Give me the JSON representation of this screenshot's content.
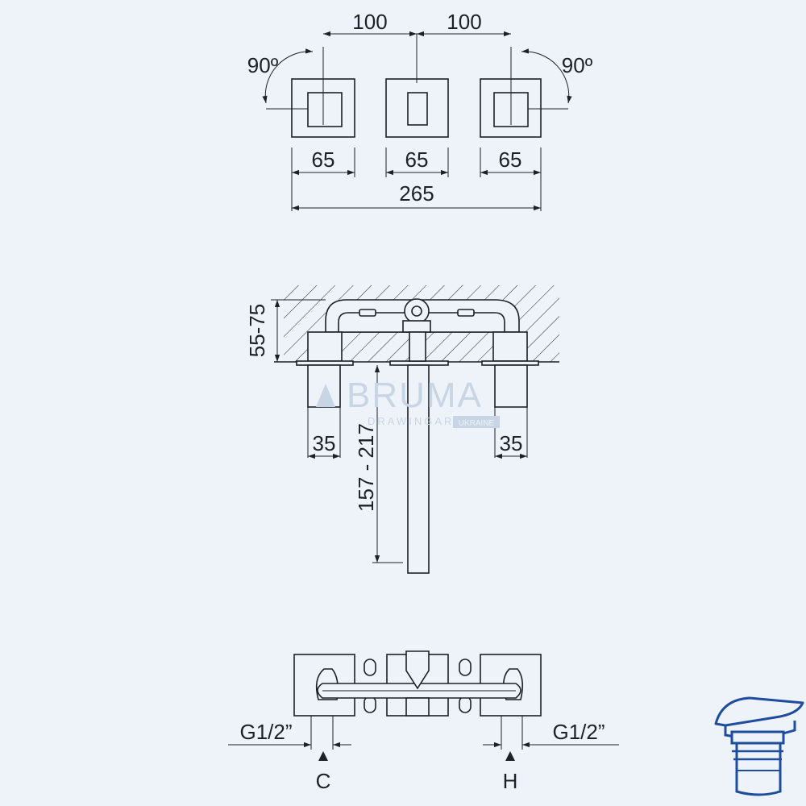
{
  "top_view": {
    "spacing_left": "100",
    "spacing_right": "100",
    "rotation_left": "90º",
    "rotation_right": "90º",
    "width_left": "65",
    "width_center": "65",
    "width_right": "65",
    "overall_width": "265"
  },
  "side_view": {
    "wall_depth": "55-75",
    "spout_length": "157 - 217",
    "handle_left": "35",
    "handle_right": "35"
  },
  "bottom_view": {
    "thread_left": "G1/2”",
    "thread_right": "G1/2”",
    "cold_label": "C",
    "hot_label": "H"
  },
  "watermark": {
    "brand": "BRUMA",
    "sub": "DRAWINGART",
    "country": "UKRAINE"
  },
  "colors": {
    "background": "#eef3fa",
    "line": "#1d2026",
    "accent": "#1f4d9e"
  },
  "icons": {
    "corner": "drain-plug-icon"
  }
}
